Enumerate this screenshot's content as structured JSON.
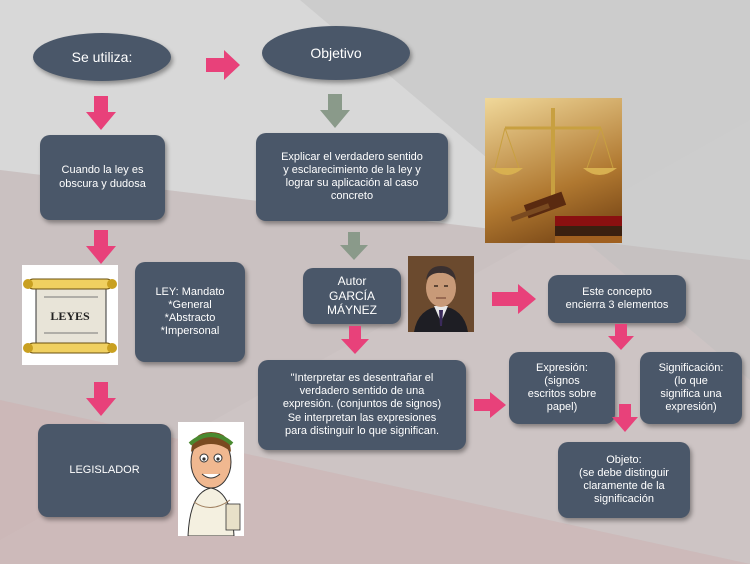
{
  "colors": {
    "box": "#4a5769",
    "arrow_pink": "#e8417a",
    "arrow_gray": "#8a9a8a"
  },
  "ovals": {
    "se_utiliza": "Se utiliza:",
    "objetivo": "Objetivo"
  },
  "boxes": {
    "cuando": "Cuando  la ley es\nobscura  y dudosa",
    "explicar": "Explicar  el verdadero  sentido\ny esclarecimiento  de la ley y\nlograr su aplicación  al caso\nconcreto",
    "ley": "LEY: Mandato\n*General\n*Abstracto\n*Impersonal",
    "legislador": "LEGISLADOR",
    "autor": "Autor\nGARCÍA\nMÁYNEZ",
    "interpretar": "\"Interpretar  es desentrañar  el\nverdadero  sentido  de una\nexpresión.  (conjuntos de signos)\nSe  interpretan  las expresiones\npara distinguir lo que significan.",
    "concepto": "Este  concepto\nencierra 3 elementos",
    "expresion": "Expresión:\n(signos\nescritos sobre\npapel)",
    "significacion": "Significación:\n(lo que\nsignifica una\nexpresión)",
    "objeto": "Objeto:\n(se debe  distinguir\nclaramente  de la\nsignificación"
  },
  "images": {
    "scroll_text": "LEYES",
    "scales_icon": "scales-of-justice-icon",
    "portrait_icon": "portrait-icon",
    "caricature_icon": "caricature-icon"
  }
}
